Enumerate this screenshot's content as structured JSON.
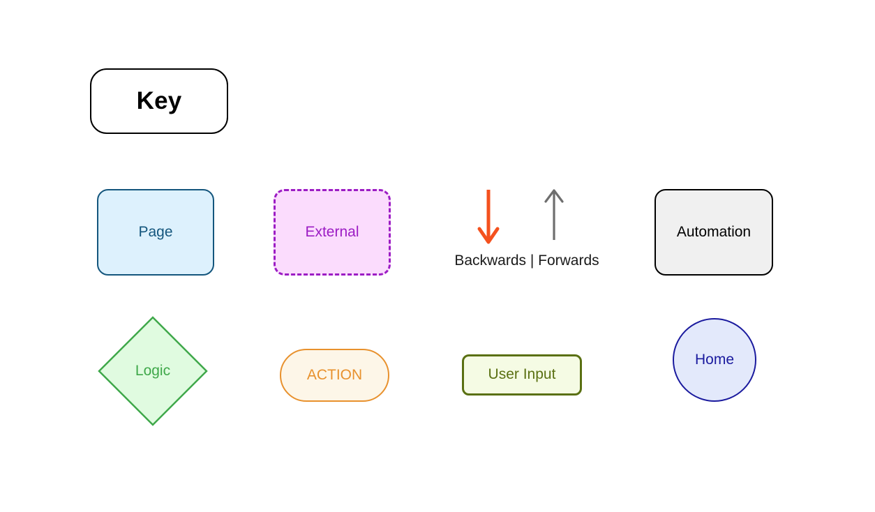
{
  "diagram": {
    "title": "Key",
    "legend_items": [
      {
        "id": "page",
        "label": "Page",
        "shape": "rounded-rectangle",
        "fill": "#ddf1fd",
        "stroke": "#14567d",
        "text_color": "#14567d",
        "border_style": "solid"
      },
      {
        "id": "external",
        "label": "External",
        "shape": "rounded-rectangle-dashed",
        "fill": "#fbdcfd",
        "stroke": "#9c1cc4",
        "text_color": "#9c1cc4",
        "border_style": "dashed"
      },
      {
        "id": "automation",
        "label": "Automation",
        "shape": "rounded-rectangle",
        "fill": "#f0f0f0",
        "stroke": "#000000",
        "text_color": "#000000",
        "border_style": "solid"
      },
      {
        "id": "logic",
        "label": "Logic",
        "shape": "diamond",
        "fill": "#e0fbe0",
        "stroke": "#3fa84a",
        "text_color": "#3fa84a",
        "border_style": "solid"
      },
      {
        "id": "action",
        "label": "ACTION",
        "shape": "stadium",
        "fill": "#fdf6e8",
        "stroke": "#e8912d",
        "text_color": "#e8912d",
        "border_style": "solid"
      },
      {
        "id": "user-input",
        "label": "User Input",
        "shape": "rounded-rectangle",
        "fill": "#f5fbe4",
        "stroke": "#5a7012",
        "text_color": "#5a7012",
        "border_style": "solid"
      },
      {
        "id": "home",
        "label": "Home",
        "shape": "circle",
        "fill": "#e3e9fb",
        "stroke": "#1a1a9e",
        "text_color": "#1a1a9e",
        "border_style": "solid"
      }
    ],
    "arrows": {
      "label": "Backwards | Forwards",
      "backward": {
        "direction": "down",
        "color": "#f4511e",
        "meaning": "Backwards"
      },
      "forward": {
        "direction": "up",
        "color": "#6e6e6e",
        "meaning": "Forwards"
      }
    },
    "background": "#ffffff"
  }
}
